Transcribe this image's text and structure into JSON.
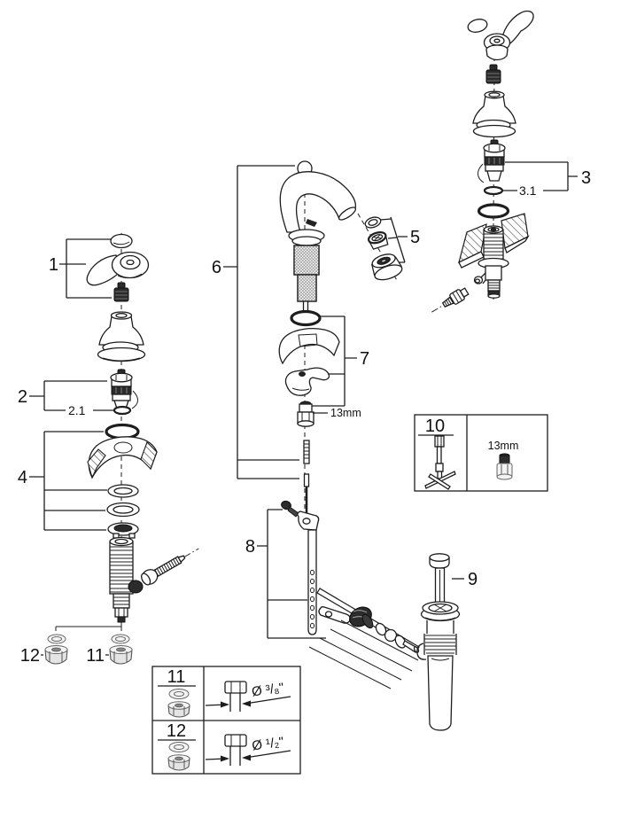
{
  "figure": {
    "kind": "exploded parts diagram",
    "background": "#ffffff",
    "line_color": "#1d1d1d"
  },
  "callouts": {
    "n1": "1",
    "n2": "2",
    "n2_1": "2.1",
    "n3": "3",
    "n3_1": "3.1",
    "n4": "4",
    "n5": "5",
    "n6": "6",
    "n7": "7",
    "n8": "8",
    "n9": "9",
    "n11": "11",
    "n12": "12",
    "wrench_size": "13mm"
  },
  "tool_box": {
    "number": "10",
    "wrench_size": "13mm"
  },
  "spec_box": {
    "row1_number": "11",
    "row1_diameter": "Ø ³/₈\"",
    "row2_number": "12",
    "row2_diameter": "Ø ¹/₂\""
  },
  "icons": {
    "left_column": [
      "handle-cap-icon",
      "lever-handle-icon",
      "handle-screw-icon",
      "bell-escutcheon-icon",
      "cartridge-icon",
      "o-ring-icon",
      "base-seal-icon",
      "deck-section-icon",
      "washer-icon",
      "friction-ring-icon",
      "threaded-shank-icon",
      "supply-connector-icon",
      "mounting-washer-icon",
      "mounting-nut-icon"
    ],
    "center_column": [
      "spout-icon",
      "aerator-icon",
      "spout-seal-icon",
      "mounting-clamp-icon",
      "clamp-nut-icon",
      "lift-rod-icon",
      "pivot-rod-icon",
      "strap-icon"
    ],
    "right_column": [
      "lever-handle-icon",
      "bell-escutcheon-icon",
      "cartridge-icon",
      "o-ring-icon",
      "valve-body-icon",
      "connector-bolt-icon",
      "socket-tool-icon",
      "pop-up-plug-icon",
      "drain-body-icon"
    ]
  }
}
